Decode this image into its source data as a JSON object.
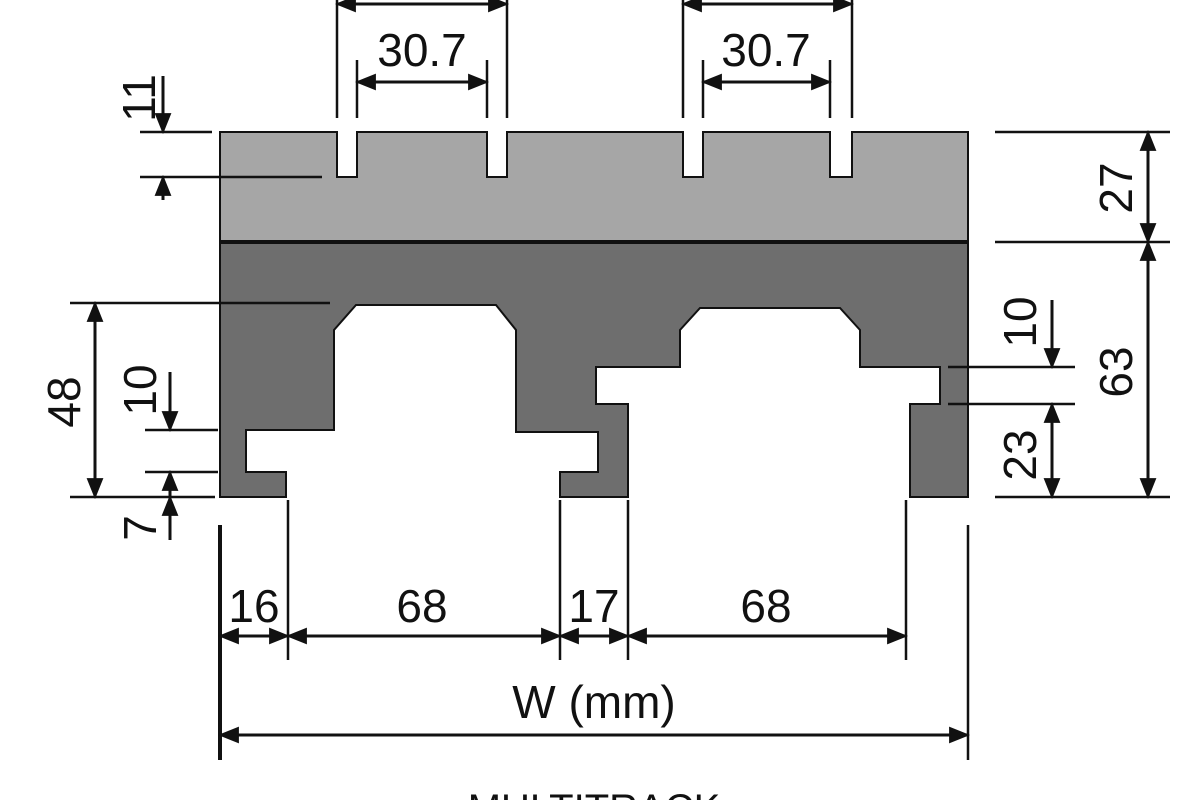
{
  "diagram": {
    "colors": {
      "top_layer": "#a6a6a6",
      "bottom_layer": "#6e6e6e",
      "line": "#111111",
      "background": "#ffffff"
    },
    "dimensions": {
      "groove_width_left": "30.7",
      "groove_width_right": "30.7",
      "groove_depth": "11",
      "top_thickness": "27",
      "bottom_thickness": "63",
      "channel_height": "48",
      "left_slot_height": "10",
      "left_lip": "7",
      "right_slot_height": "10",
      "right_base": "23",
      "left_edge": "16",
      "channel_left": "68",
      "middle_rib": "17",
      "channel_right": "68",
      "total_width": "W (mm)"
    },
    "caption": "MULTITRACK"
  }
}
